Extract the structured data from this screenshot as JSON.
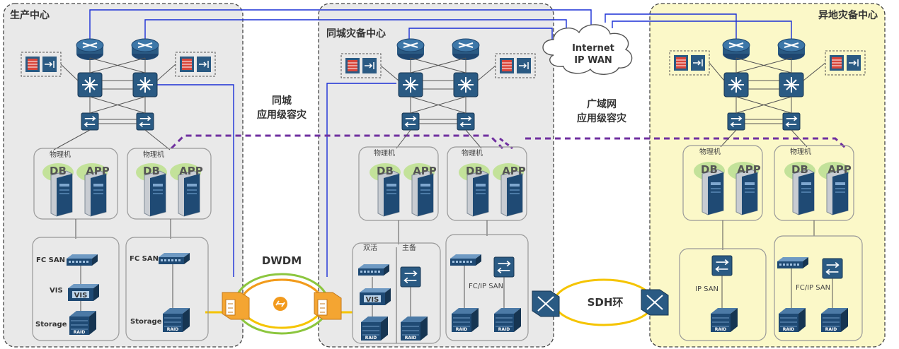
{
  "zones": {
    "production": "生产中心",
    "same_city": "同城灾备中心",
    "remote": "异地灾备中心"
  },
  "labels": {
    "same_city_dr": [
      "同城",
      "应用级容灾"
    ],
    "wan_dr": [
      "广域网",
      "应用级容灾"
    ],
    "internet": [
      "Internet",
      "IP WAN"
    ],
    "dwdm": "DWDM",
    "sdh": "SDH环",
    "physical": "物理机",
    "db": "DB",
    "app": "APP",
    "fc_san": "FC SAN",
    "vis": "VIS",
    "storage": "Storage",
    "active_active": "双活",
    "primary_standby": "主备",
    "fc_ip_san": "FC/IP SAN",
    "ip_san": "IP SAN",
    "raid": "RAID"
  },
  "colors": {
    "zone_gray": "#e9e9e9",
    "zone_yellow": "#fbf8c8",
    "device_blue": "#2a5a83",
    "line_blue": "#1a2fd6",
    "purple_dash": "#7030a0",
    "ring_yellow": "#f5c400",
    "ring_green": "#8cc63e",
    "ring_orange": "#f29a1d",
    "bubble_green": "#c3e29a",
    "node_orange": "#f4a532"
  },
  "icons": [
    "router-icon",
    "l3-switch-icon",
    "san-switch-icon",
    "firewall-icon",
    "server-icon",
    "raid-storage-icon",
    "oadm-icon",
    "sdh-node-icon",
    "cloud-icon"
  ]
}
